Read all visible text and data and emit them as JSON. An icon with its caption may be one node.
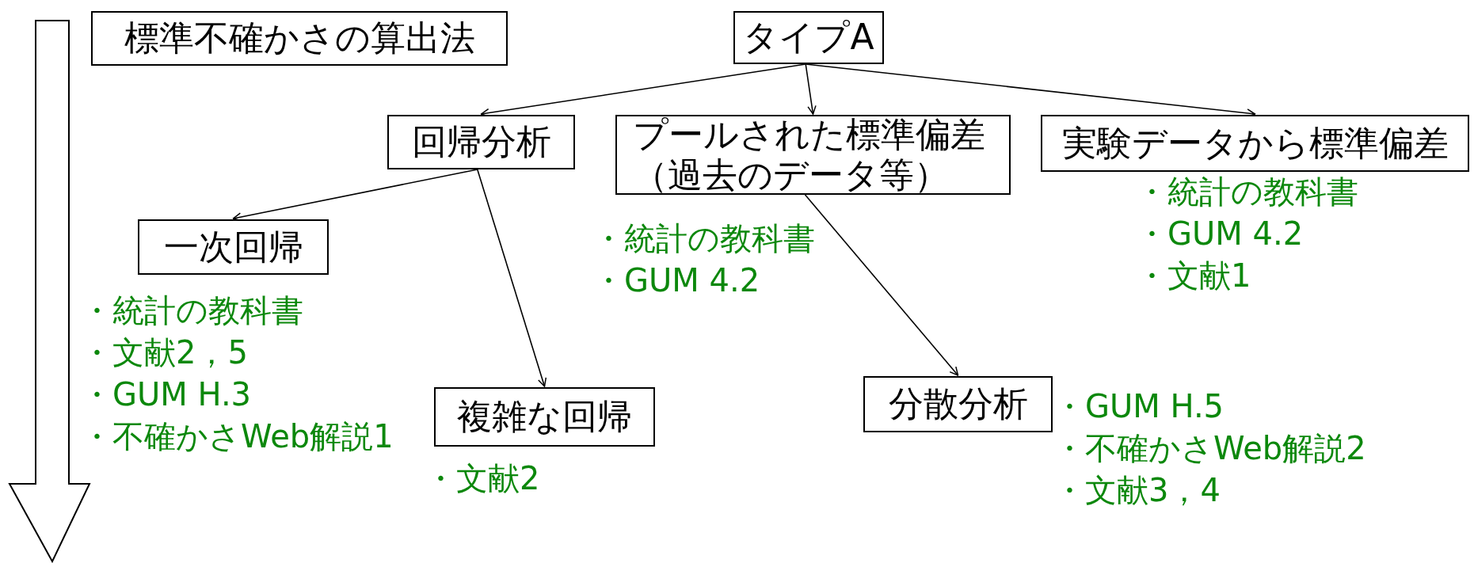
{
  "diagram": {
    "nodes": [
      {
        "text": [
          "標準不確かさの算出法"
        ]
      },
      {
        "text": [
          "タイプA"
        ]
      },
      {
        "text": [
          "回帰分析"
        ]
      },
      {
        "text": [
          "プールされた標準偏差（過去のデータ等）"
        ],
        "beside": [
          "・統計の教科書",
          "・GUM 4.2"
        ]
      },
      {
        "text": [
          "実験データから標準偏差"
        ],
        "beside": [
          "・統計の教科書",
          "・GUM 4.2",
          "・文献1"
        ]
      },
      {
        "text": [
          "一次回帰"
        ],
        "beside": [
          "・統計の教科書",
          "・文献2，5",
          "・GUM H.3",
          "・不確かさWeb解説1"
        ]
      },
      {
        "text": [
          "複雑な回帰"
        ],
        "beside": [
          "・文献2"
        ]
      },
      {
        "text": [
          "分散分析"
        ],
        "beside": [
          "・GUM H.5",
          "・不確かさWeb解説2",
          "・文献3，4"
        ]
      }
    ],
    "edges": [
      {
        "from": 1,
        "to": 2,
        "arrow": "to"
      },
      {
        "from": 1,
        "to": 3,
        "arrow": "to"
      },
      {
        "from": 1,
        "to": 4,
        "arrow": "to"
      },
      {
        "from": 2,
        "to": 5,
        "arrow": "to"
      },
      {
        "from": 2,
        "to": 6,
        "arrow": "to"
      },
      {
        "from": 3,
        "to": 7,
        "arrow": "to"
      }
    ]
  }
}
